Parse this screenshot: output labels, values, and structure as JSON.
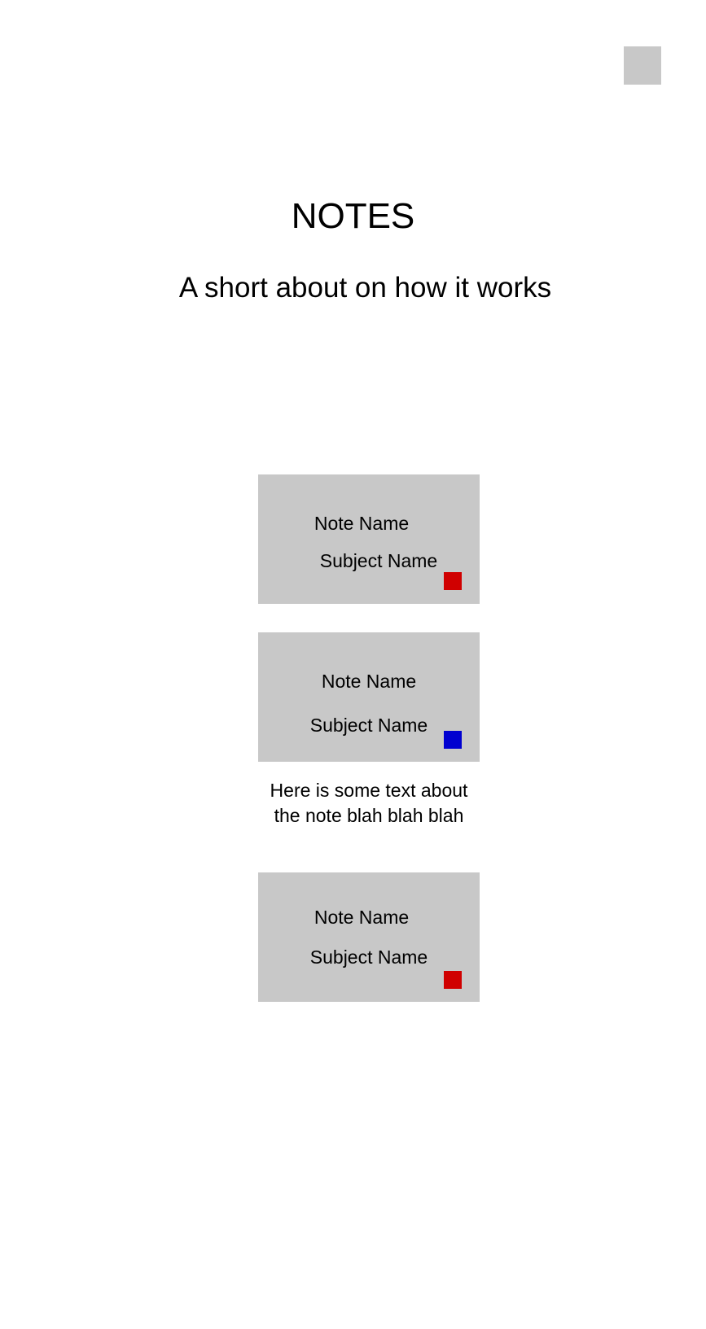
{
  "header": {
    "title": "NOTES",
    "subtitle": "A short about on how it works"
  },
  "notes": [
    {
      "name": "Note Name",
      "subject": "Subject Name",
      "marker_color": "#d00000",
      "expanded": false
    },
    {
      "name": "Note Name",
      "subject": "Subject Name",
      "marker_color": "#0000d0",
      "expanded": true,
      "description": "Here is some text about the note blah blah blah"
    },
    {
      "name": "Note Name",
      "subject": "Subject Name",
      "marker_color": "#d00000",
      "expanded": false
    }
  ],
  "colors": {
    "card_background": "#c8c8c8",
    "page_background": "#ffffff",
    "corner_button": "#c8c8c8"
  }
}
